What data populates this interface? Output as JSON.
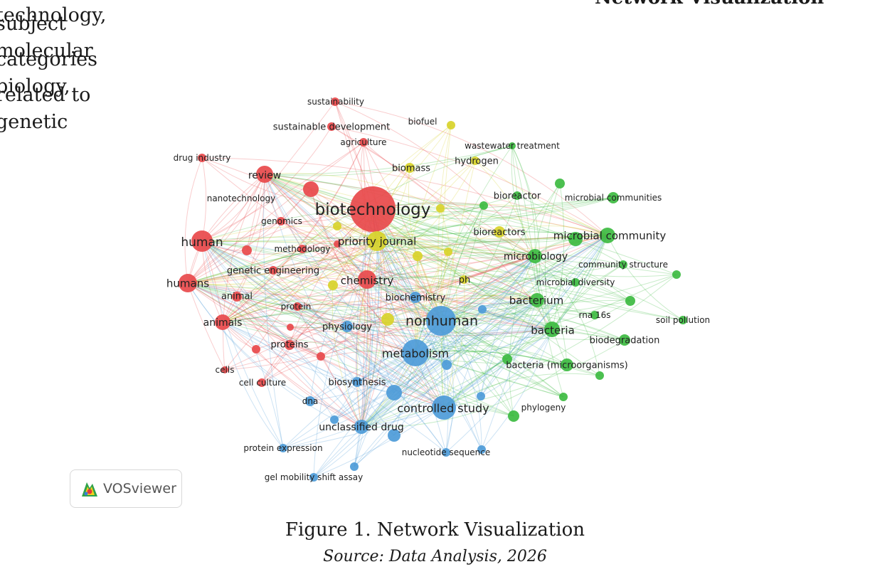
{
  "text": {
    "line1": "words and subject categories related to",
    "line2": "technology, molecular biology, genetic",
    "right_heading": "Network Visualization"
  },
  "logo": {
    "label": "VOSviewer"
  },
  "caption": "Figure 1. Network Visualization",
  "source": "Source: Data Analysis, 2026",
  "colors": {
    "red": "#e8494b",
    "yellow": "#d8d22a",
    "green": "#3dbb41",
    "blue": "#4d9bd8"
  },
  "nodes": [
    {
      "label": "sustainability",
      "cluster": "red",
      "weight": 1
    },
    {
      "label": "sustainable development",
      "cluster": "red",
      "weight": 1
    },
    {
      "label": "agriculture",
      "cluster": "red",
      "weight": 1
    },
    {
      "label": "drug industry",
      "cluster": "red",
      "weight": 1
    },
    {
      "label": "review",
      "cluster": "red",
      "weight": 2
    },
    {
      "label": "nanotechnology",
      "cluster": "red",
      "weight": 1
    },
    {
      "label": "biotechnology",
      "cluster": "red",
      "weight": 5
    },
    {
      "label": "genomics",
      "cluster": "red",
      "weight": 1
    },
    {
      "label": "human",
      "cluster": "red",
      "weight": 3
    },
    {
      "label": "methodology",
      "cluster": "red",
      "weight": 1
    },
    {
      "label": "genetic engineering",
      "cluster": "red",
      "weight": 1
    },
    {
      "label": "humans",
      "cluster": "red",
      "weight": 3
    },
    {
      "label": "animal",
      "cluster": "red",
      "weight": 1
    },
    {
      "label": "protein",
      "cluster": "red",
      "weight": 1
    },
    {
      "label": "animals",
      "cluster": "red",
      "weight": 2
    },
    {
      "label": "proteins",
      "cluster": "red",
      "weight": 1
    },
    {
      "label": "cells",
      "cluster": "red",
      "weight": 1
    },
    {
      "label": "cell culture",
      "cluster": "red",
      "weight": 1
    },
    {
      "label": "chemistry",
      "cluster": "red",
      "weight": 2
    },
    {
      "label": "biofuel",
      "cluster": "yellow",
      "weight": 1
    },
    {
      "label": "hydrogen",
      "cluster": "yellow",
      "weight": 1
    },
    {
      "label": "biomass",
      "cluster": "yellow",
      "weight": 1
    },
    {
      "label": "priority journal",
      "cluster": "yellow",
      "weight": 2
    },
    {
      "label": "bioreactors",
      "cluster": "yellow",
      "weight": 1
    },
    {
      "label": "ph",
      "cluster": "yellow",
      "weight": 1
    },
    {
      "label": "wastewater treatment",
      "cluster": "green",
      "weight": 1
    },
    {
      "label": "bioreactor",
      "cluster": "green",
      "weight": 1
    },
    {
      "label": "microbial communities",
      "cluster": "green",
      "weight": 1
    },
    {
      "label": "microbial community",
      "cluster": "green",
      "weight": 2
    },
    {
      "label": "microbiology",
      "cluster": "green",
      "weight": 2
    },
    {
      "label": "community structure",
      "cluster": "green",
      "weight": 1
    },
    {
      "label": "microbial diversity",
      "cluster": "green",
      "weight": 1
    },
    {
      "label": "bacterium",
      "cluster": "green",
      "weight": 2
    },
    {
      "label": "rna 16s",
      "cluster": "green",
      "weight": 1
    },
    {
      "label": "soil pollution",
      "cluster": "green",
      "weight": 1
    },
    {
      "label": "bacteria",
      "cluster": "green",
      "weight": 2
    },
    {
      "label": "biodegradation",
      "cluster": "green",
      "weight": 1
    },
    {
      "label": "bacteria (microorganisms)",
      "cluster": "green",
      "weight": 1
    },
    {
      "label": "phylogeny",
      "cluster": "green",
      "weight": 1
    },
    {
      "label": "biochemistry",
      "cluster": "blue",
      "weight": 1
    },
    {
      "label": "nonhuman",
      "cluster": "blue",
      "weight": 4
    },
    {
      "label": "physiology",
      "cluster": "blue",
      "weight": 1
    },
    {
      "label": "metabolism",
      "cluster": "blue",
      "weight": 4
    },
    {
      "label": "biosynthesis",
      "cluster": "blue",
      "weight": 1
    },
    {
      "label": "controlled study",
      "cluster": "blue",
      "weight": 3
    },
    {
      "label": "dna",
      "cluster": "blue",
      "weight": 1
    },
    {
      "label": "unclassified drug",
      "cluster": "blue",
      "weight": 2
    },
    {
      "label": "protein expression",
      "cluster": "blue",
      "weight": 1
    },
    {
      "label": "nucleotide sequence",
      "cluster": "blue",
      "weight": 1
    },
    {
      "label": "gel mobility shift assay",
      "cluster": "blue",
      "weight": 1
    }
  ]
}
